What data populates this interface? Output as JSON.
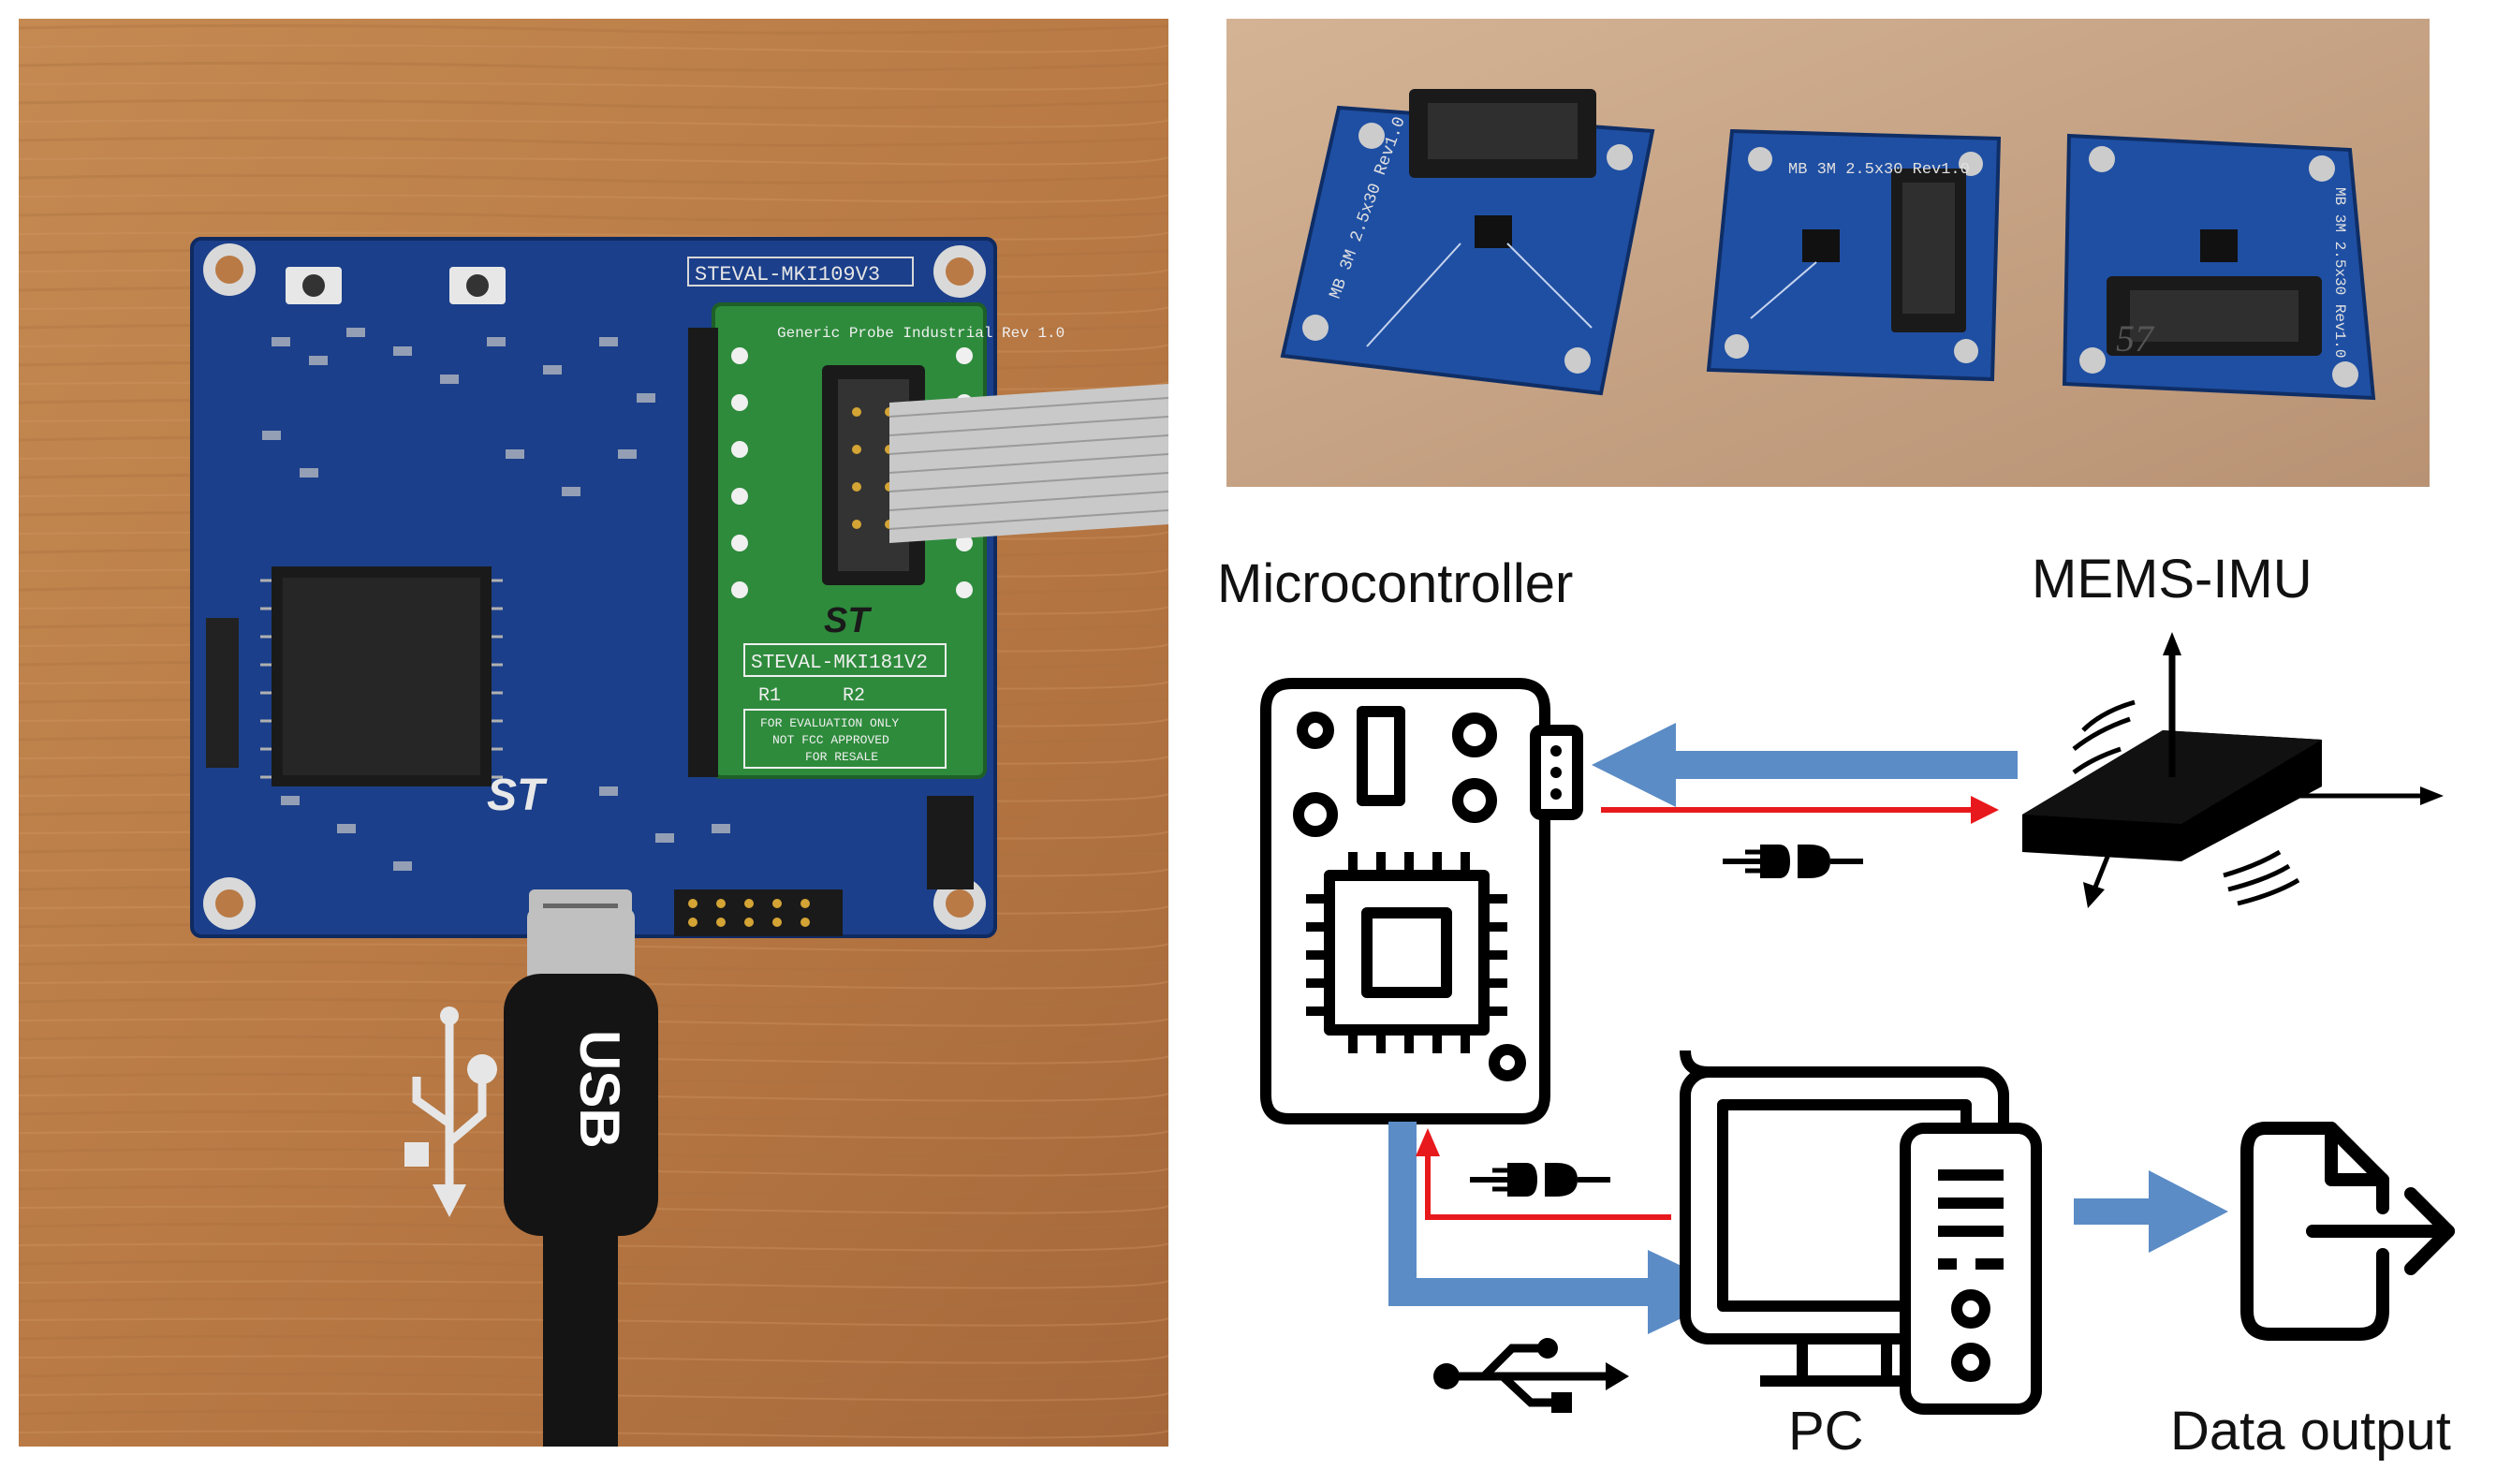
{
  "left_photo": {
    "board_label": "STEVAL-MKI109V3",
    "adapter_label": "STEVAL-MKI181V2",
    "adapter_header": "Generic Probe Industrial Rev 1.0",
    "adapter_note_1": "FOR EVALUATION ONLY",
    "adapter_note_2": "NOT FCC APPROVED",
    "adapter_note_3": "FOR RESALE",
    "r1_label": "R1",
    "r2_label": "R2",
    "cable_label": "USB",
    "usb_symbol": "usb-icon"
  },
  "top_photo": {
    "probe_text": "MB 3M 2.5x30 Rev1.0",
    "handwritten": "57"
  },
  "diagram": {
    "microcontroller_label": "Microcontroller",
    "imu_label": "MEMS-IMU",
    "pc_label": "PC",
    "output_label": "Data output",
    "colors": {
      "data_arrow": "#5b8cc6",
      "power_arrow": "#e8191c",
      "line": "#000000"
    },
    "icons": [
      "microcontroller-icon",
      "imu-chip-icon",
      "pc-icon",
      "data-output-icon",
      "power-plug-icon",
      "usb-icon"
    ]
  }
}
